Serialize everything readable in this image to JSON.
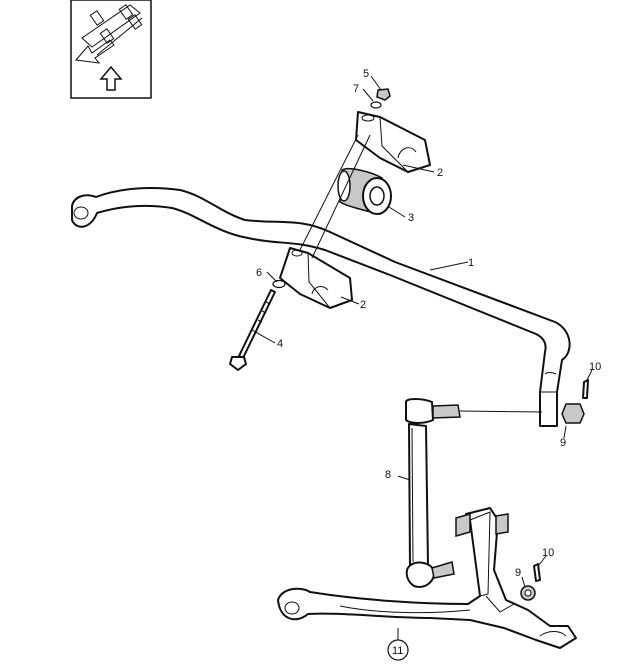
{
  "callouts": {
    "c1": "1",
    "c2a": "2",
    "c2b": "2",
    "c3": "3",
    "c4": "4",
    "c5": "5",
    "c6": "6",
    "c7": "7",
    "c8": "8",
    "c9a": "9",
    "c9b": "9",
    "c10a": "10",
    "c10b": "10",
    "c11": "11"
  },
  "icons": {
    "orientation_box": "orientation-indicator-icon",
    "forward_arrow": "up-arrow-icon"
  },
  "colors": {
    "line": "#111111",
    "background": "#ffffff"
  }
}
